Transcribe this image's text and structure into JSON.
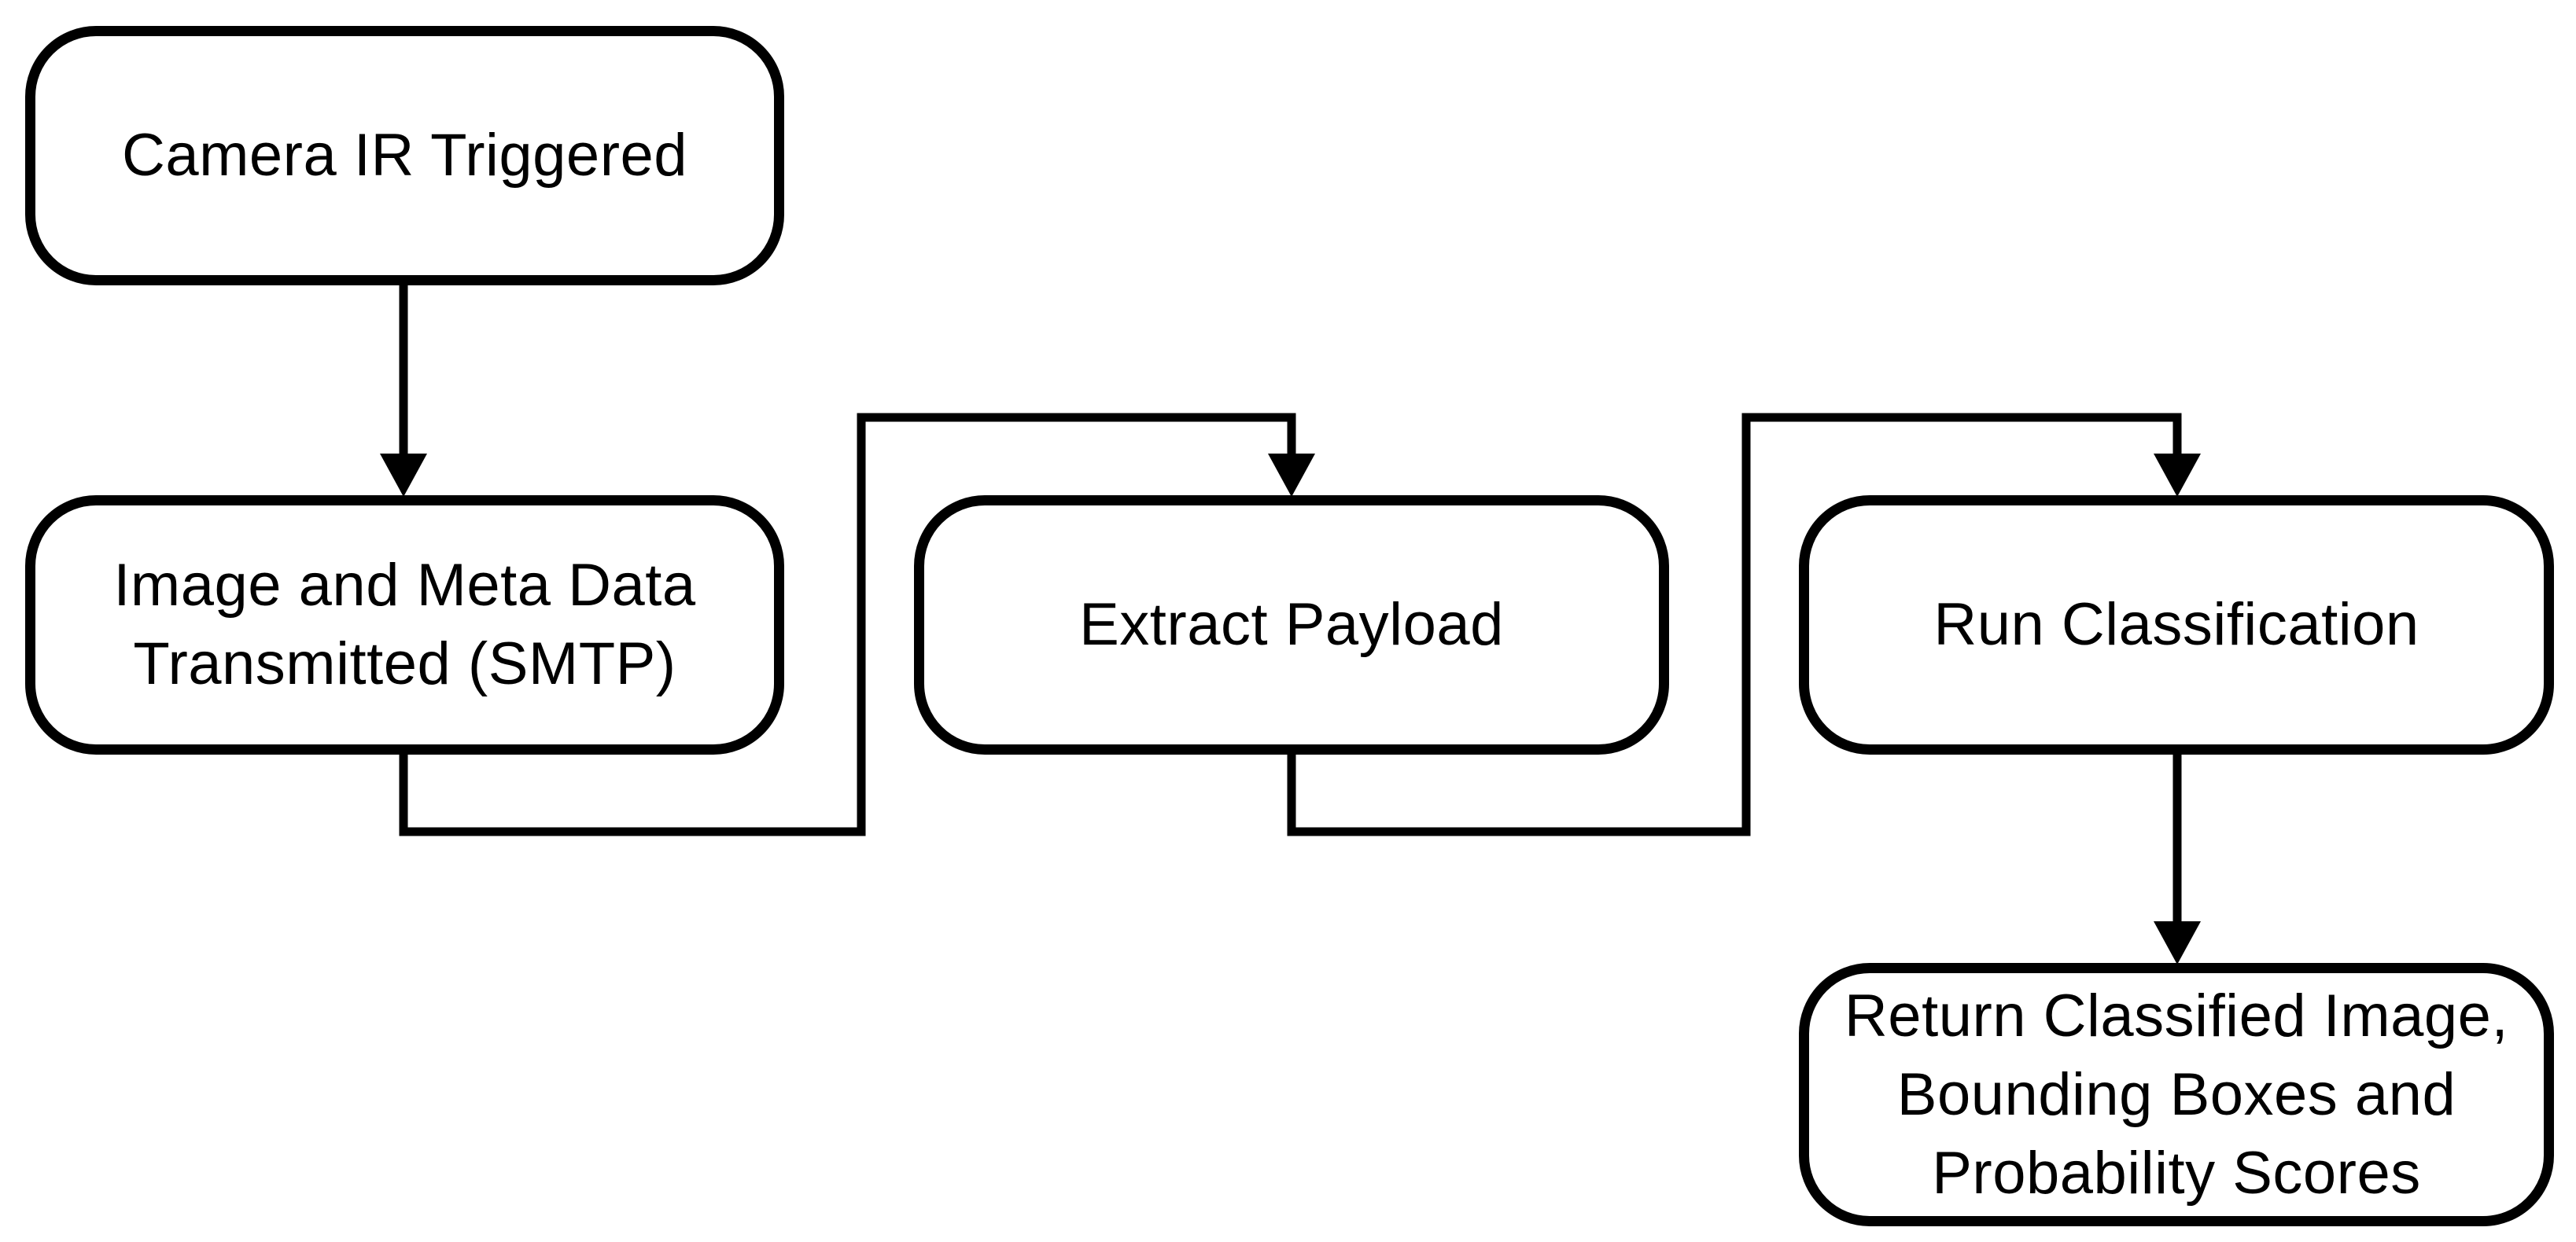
{
  "diagram": {
    "type": "flowchart",
    "background_color": "#ffffff",
    "stroke_color": "#000000",
    "node_fill_color": "#ffffff",
    "text_color": "#000000",
    "nodes": [
      {
        "id": "camera-ir-triggered",
        "label": "Camera IR Triggered"
      },
      {
        "id": "image-meta-transmitted",
        "label": "Image and Meta Data\nTransmitted (SMTP)"
      },
      {
        "id": "extract-payload",
        "label": "Extract Payload"
      },
      {
        "id": "run-classification",
        "label": "Run Classification"
      },
      {
        "id": "return-classified-results",
        "label": "Return Classified Image,\nBounding Boxes and\nProbability Scores"
      }
    ],
    "edges": [
      {
        "from": "camera-ir-triggered",
        "to": "image-meta-transmitted",
        "style": "straight-down-arrow"
      },
      {
        "from": "image-meta-transmitted",
        "to": "extract-payload",
        "style": "orthogonal-down-right-up-right-down-arrow"
      },
      {
        "from": "extract-payload",
        "to": "run-classification",
        "style": "orthogonal-down-right-up-right-down-arrow"
      },
      {
        "from": "run-classification",
        "to": "return-classified-results",
        "style": "straight-down-arrow"
      }
    ]
  }
}
